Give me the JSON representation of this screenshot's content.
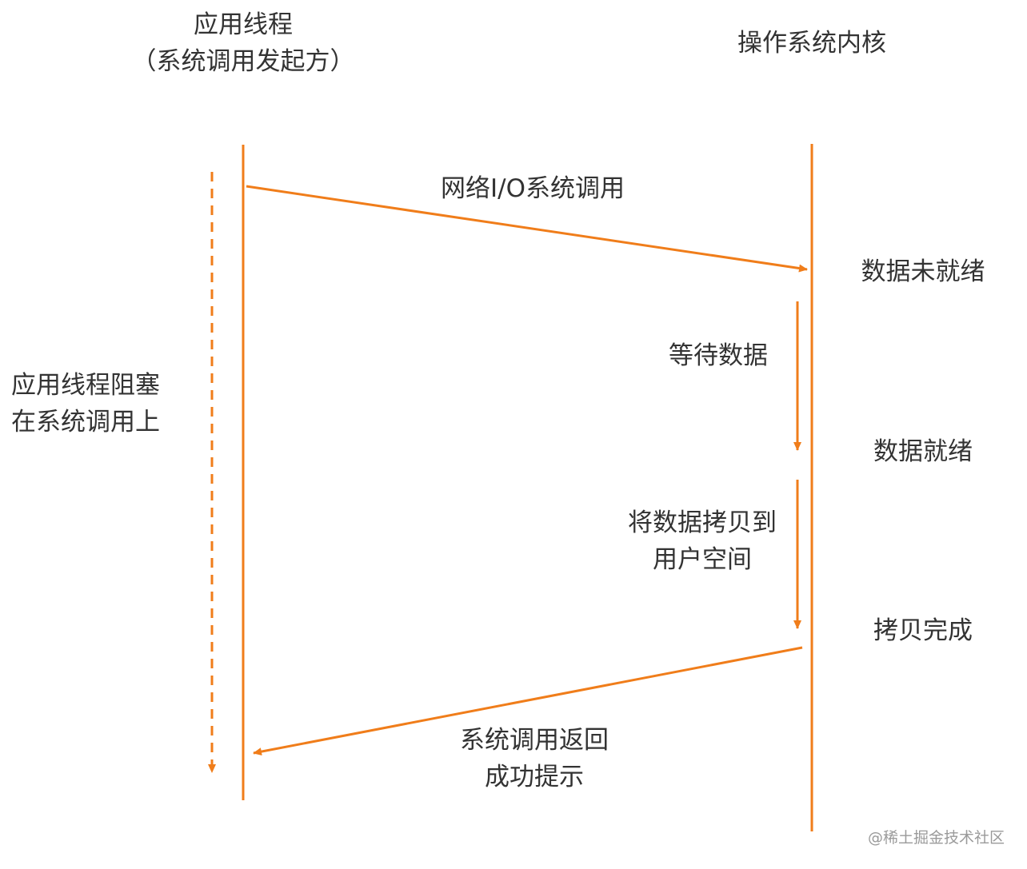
{
  "colors": {
    "accent": "#f07d1a",
    "text": "#333333",
    "watermark": "#9a9a9a"
  },
  "actors": {
    "app_thread": {
      "title": "应用线程",
      "subtitle": "（系统调用发起方）"
    },
    "kernel": {
      "title": "操作系统内核"
    }
  },
  "messages": {
    "syscall": "网络I/O系统调用",
    "return_line1": "系统调用返回",
    "return_line2": "成功提示"
  },
  "blocked_note": {
    "line1": "应用线程阻塞",
    "line2": "在系统调用上"
  },
  "kernel_steps": {
    "wait_data": "等待数据",
    "copy_line1": "将数据拷贝到",
    "copy_line2": "用户空间"
  },
  "kernel_states": {
    "not_ready": "数据未就绪",
    "ready": "数据就绪",
    "copy_done": "拷贝完成"
  },
  "watermark": "@稀土掘金技术社区"
}
